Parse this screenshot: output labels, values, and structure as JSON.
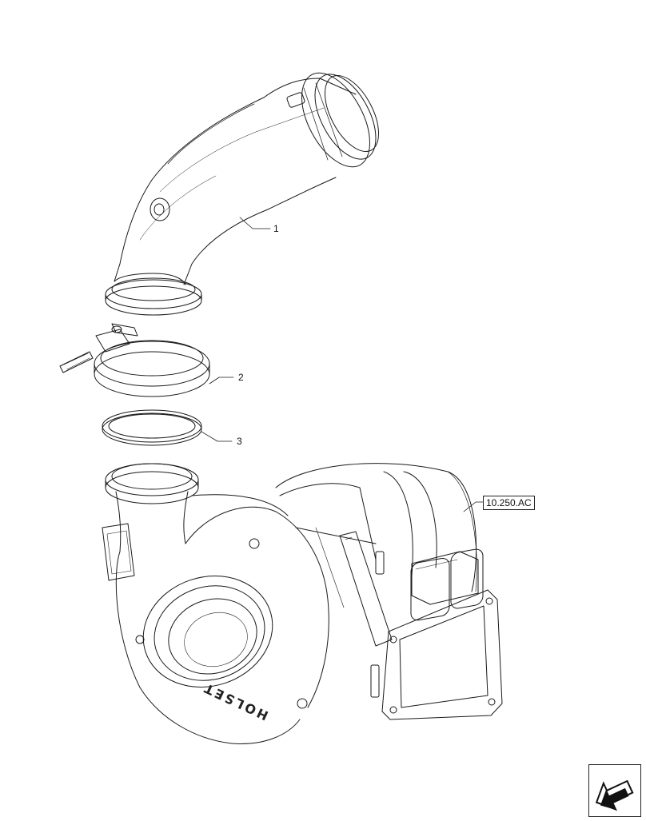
{
  "diagram": {
    "callouts": [
      {
        "id": "1",
        "label": "1"
      },
      {
        "id": "2",
        "label": "2"
      },
      {
        "id": "3",
        "label": "3"
      }
    ],
    "reference": "10.250.AC",
    "housing_text": "HOLSET",
    "nav_icon": "arrow-left-icon"
  }
}
